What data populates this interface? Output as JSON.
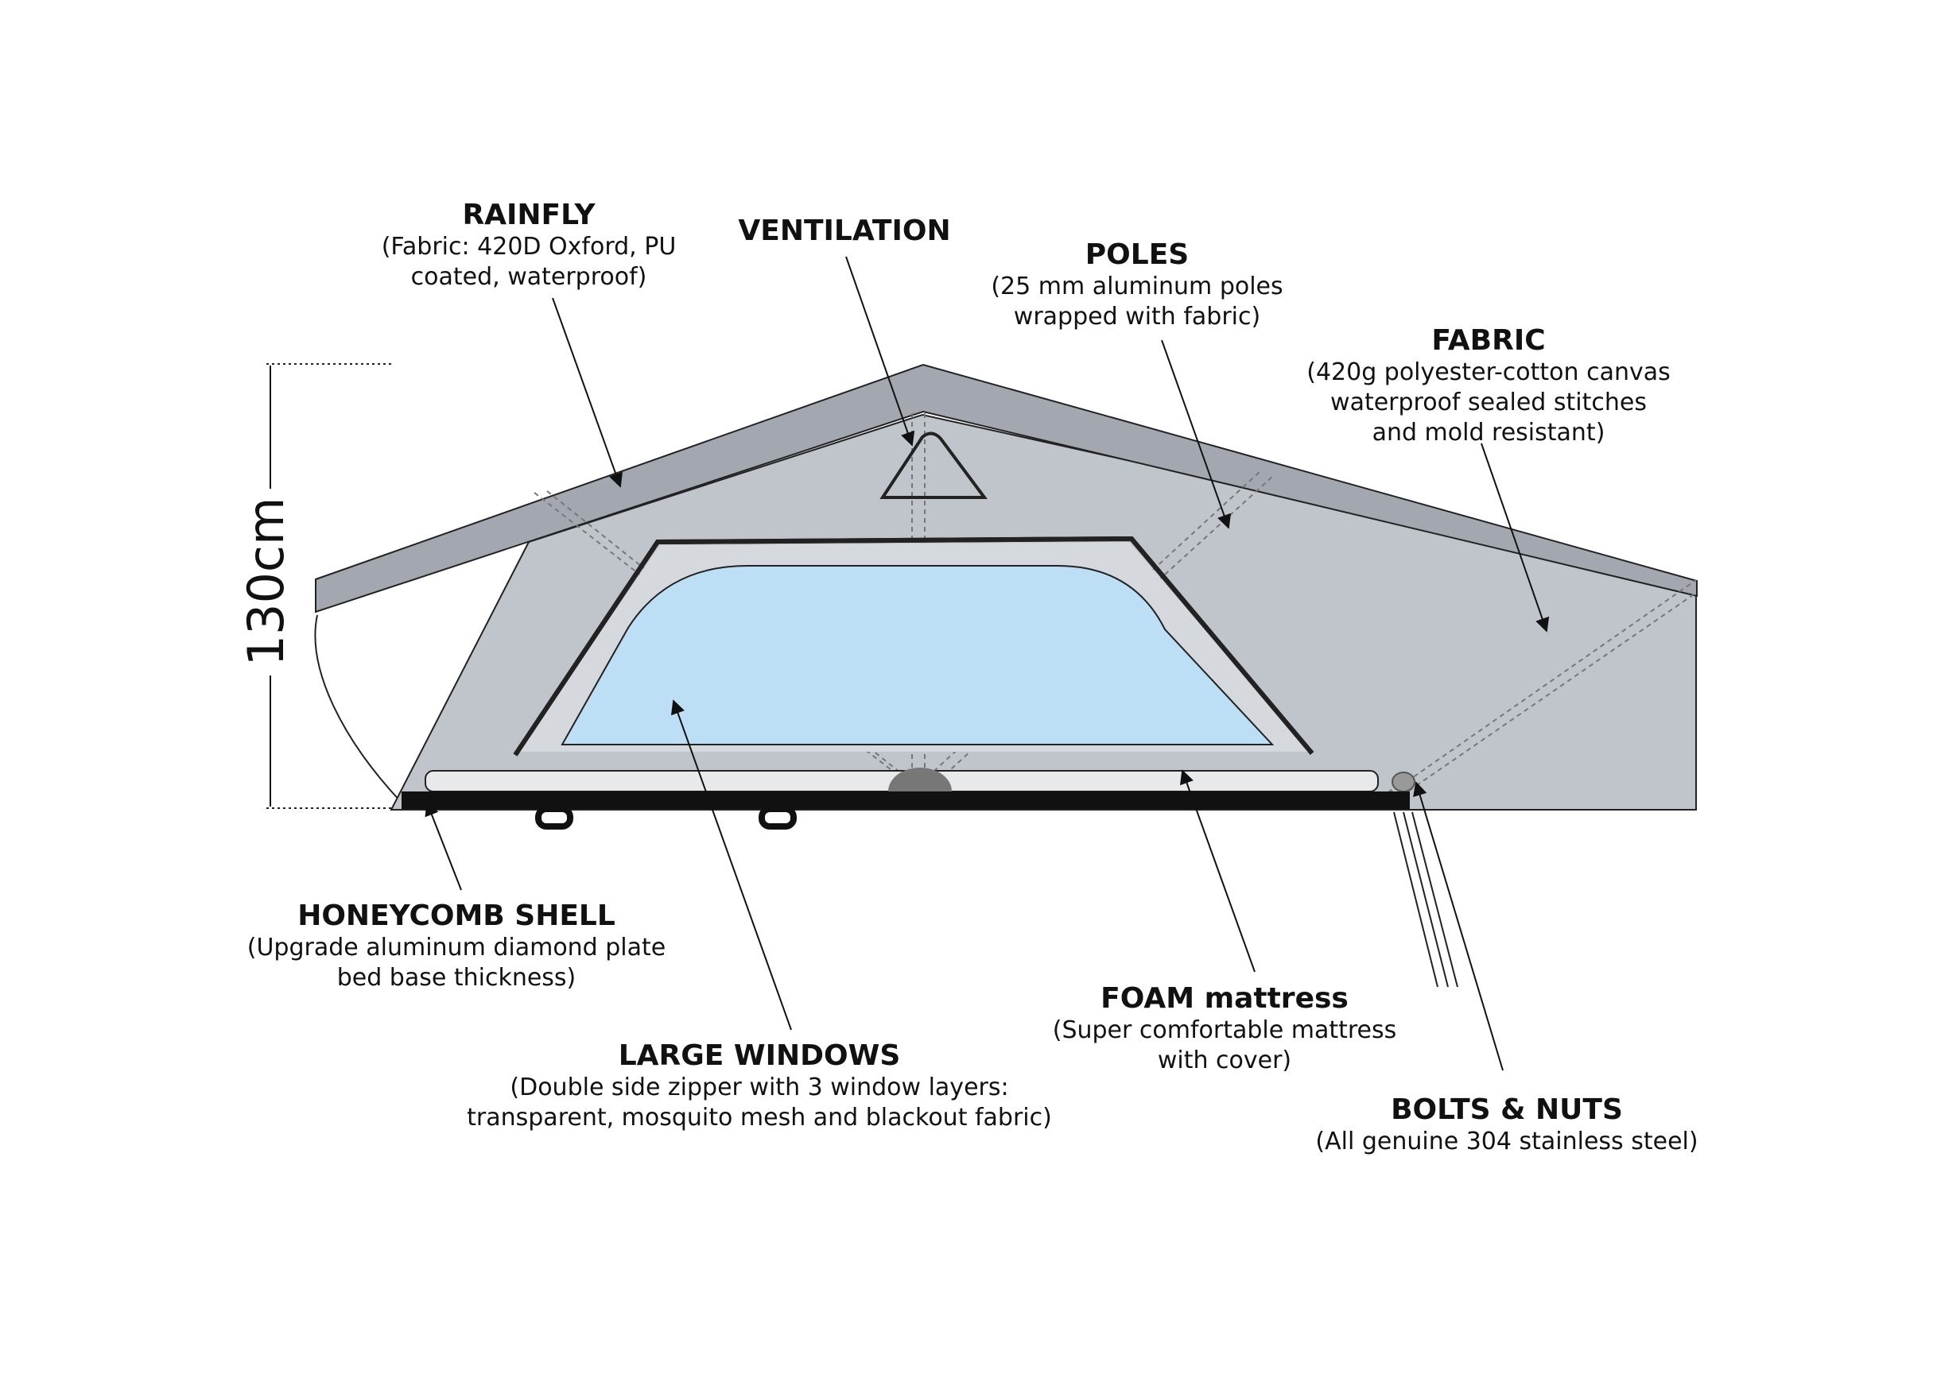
{
  "dimension": {
    "height_label": "130cm"
  },
  "labels": {
    "rainfly": {
      "title": "RAINFLY",
      "desc": [
        "(Fabric: 420D Oxford, PU",
        "coated, waterproof)"
      ]
    },
    "ventilation": {
      "title": "VENTILATION",
      "desc": []
    },
    "poles": {
      "title": "POLES",
      "desc": [
        "(25 mm aluminum poles",
        "wrapped with fabric)"
      ]
    },
    "fabric": {
      "title": "FABRIC",
      "desc": [
        "(420g polyester-cotton canvas",
        "waterproof sealed stitches",
        "and mold resistant)"
      ]
    },
    "honeycomb": {
      "title": "HONEYCOMB SHELL",
      "desc": [
        "(Upgrade aluminum diamond plate",
        "bed base thickness)"
      ]
    },
    "windows": {
      "title": "LARGE WINDOWS",
      "desc": [
        "(Double side zipper with 3 window layers:",
        "transparent, mosquito mesh and blackout fabric)"
      ]
    },
    "mattress": {
      "title": "FOAM mattress",
      "desc": [
        "(Super comfortable mattress",
        "with cover)"
      ]
    },
    "bolts": {
      "title": "BOLTS & NUTS",
      "desc": [
        "(All genuine 304 stainless steel)"
      ]
    }
  },
  "colors": {
    "rainfly": "#a3a8b0",
    "tent_body": "#c0c5cc",
    "window_glass": "#bcdff5",
    "window_frame": "#d5d8dc",
    "mattress": "#e8e9eb",
    "base": "#111111",
    "outline": "#222222"
  }
}
